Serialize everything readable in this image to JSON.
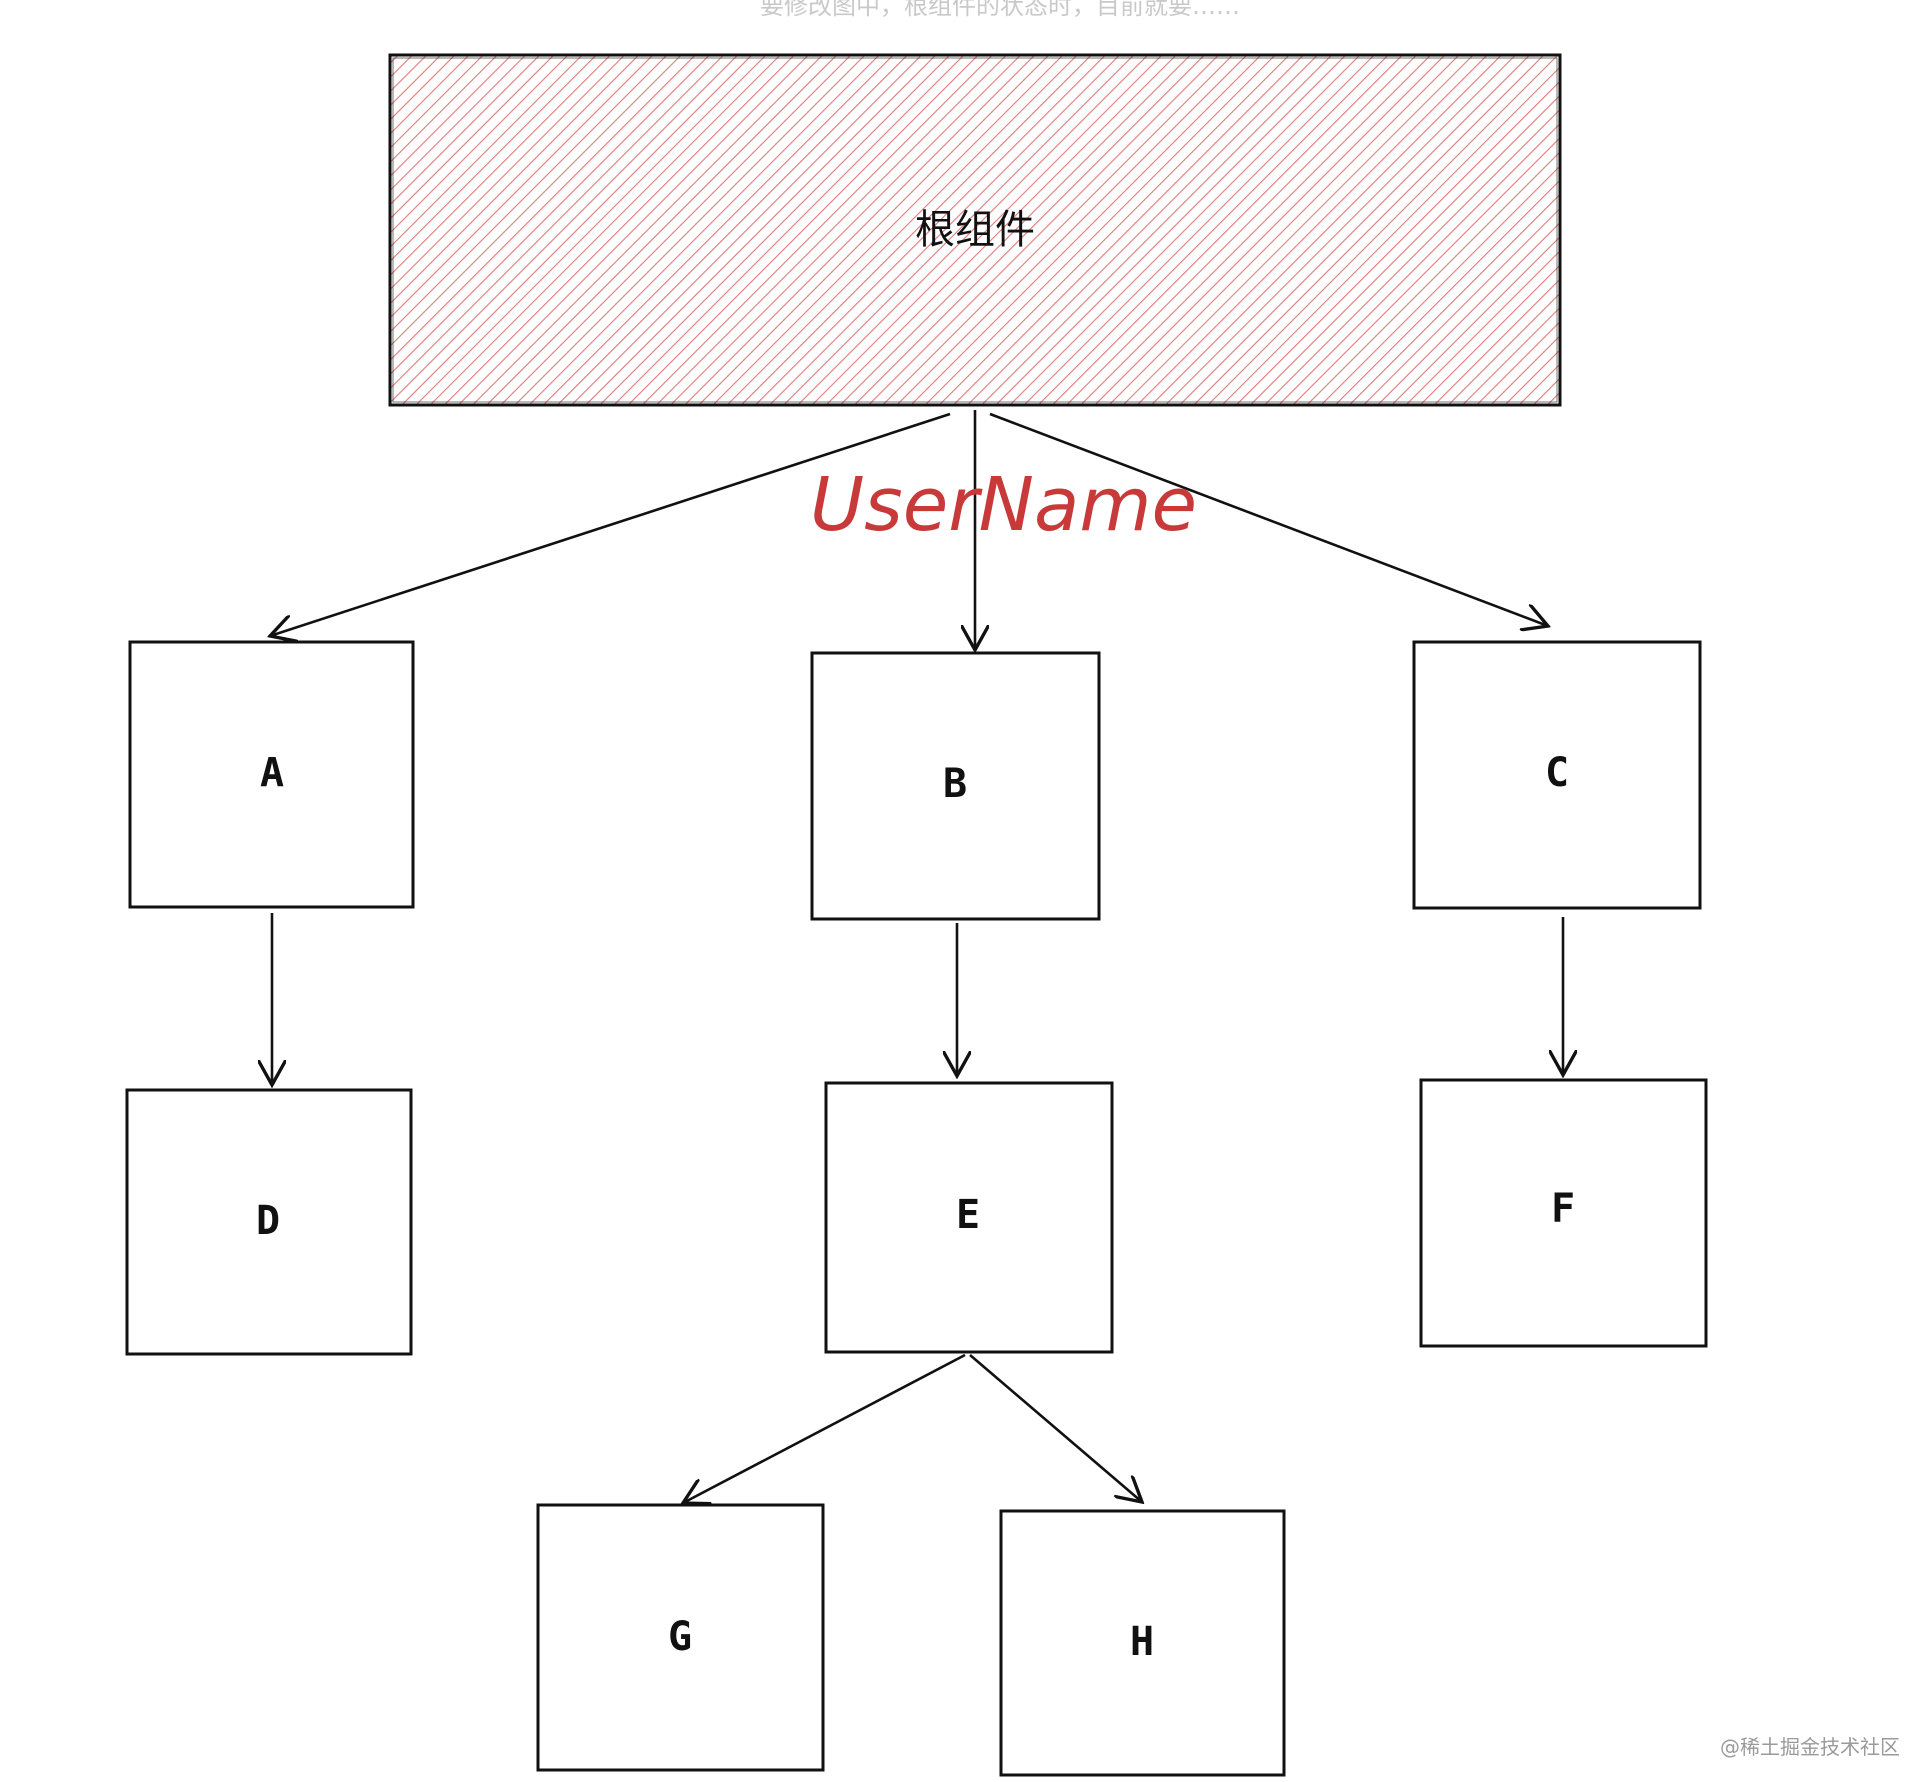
{
  "caption": "要修改图中，根组件的状态时，目前就要……",
  "root": {
    "label": "根组件"
  },
  "edge_label": "UserName",
  "nodes": {
    "a": "A",
    "b": "B",
    "c": "C",
    "d": "D",
    "e": "E",
    "f": "F",
    "g": "G",
    "h": "H"
  },
  "watermark": "@稀土掘金技术社区",
  "colors": {
    "root_hatch": "#e07a7a",
    "stroke": "#111111",
    "edge_label": "#c83a3a"
  }
}
